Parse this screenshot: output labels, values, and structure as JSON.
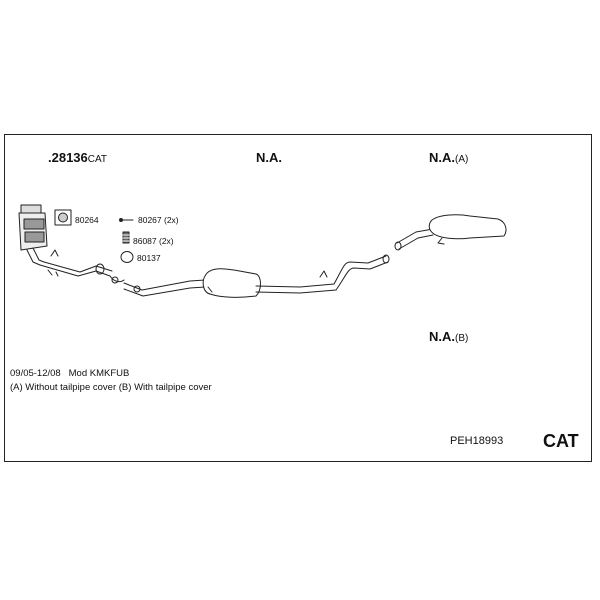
{
  "header": {
    "part_main": ".28136",
    "part_main_suffix": "CAT",
    "na_middle": "N.A.",
    "na_right_label": "N.A.",
    "na_right_suffix": "(A)",
    "na_lower_label": "N.A.",
    "na_lower_suffix": "(B)"
  },
  "parts": {
    "clamp_80264": "80264",
    "bolt_80267": "80267 (2x)",
    "spring_86087": "86087 (2x)",
    "ring_80137": "80137"
  },
  "info": {
    "period": "09/05-12/08",
    "model": "Mod KMKFUB",
    "variants": "(A) Without tailpipe cover (B) With tailpipe cover"
  },
  "footer": {
    "kit_code": "PEH18993",
    "cat_label": "CAT"
  }
}
